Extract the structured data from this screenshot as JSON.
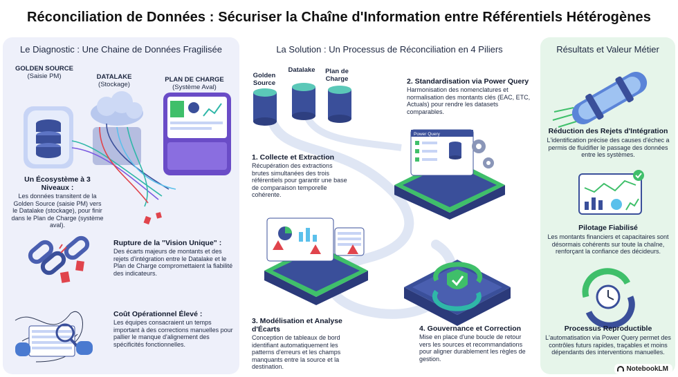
{
  "title": "Réconciliation de Données : Sécuriser la Chaîne d'Information entre Référentiels Hétérogènes",
  "left": {
    "title": "Le Diagnostic : Une Chaine de Données Fragilisée",
    "sources": [
      {
        "name": "GOLDEN SOURCE",
        "sub": "(Saisie PM)"
      },
      {
        "name": "DATALAKE",
        "sub": "(Stockage)"
      },
      {
        "name": "PLAN DE CHARGE",
        "sub": "(Système Aval)"
      }
    ],
    "ecosystem": {
      "heading": "Un Écosystème à 3 Niveaux :",
      "body": "Les données transitent de la Golden Source (saisie PM) vers le Datalake (stockage), pour finir dans le Plan de Charge (système aval)."
    },
    "rupture": {
      "heading": "Rupture de la \"Vision Unique\" :",
      "body": "Des écarts majeurs de montants et des rejets d'intégration entre le Datalake et le Plan de Charge compromettaient la fiabilité des indicateurs."
    },
    "cost": {
      "heading": "Coût Opérationnel Élevé :",
      "body": "Les équipes consacraient un temps important à des corrections manuelles pour pallier le manque d'alignement des spécificités fonctionnelles."
    }
  },
  "middle": {
    "title": "La Solution : Un Processus de Réconciliation en 4 Piliers",
    "sources": [
      "Golden Source",
      "Datalake",
      "Plan de Charge"
    ],
    "pq_label": "Power Query",
    "steps": [
      {
        "heading": "1. Collecte et Extraction",
        "body": "Récupération des extractions brutes simultanées des trois référentiels pour garantir une base de comparaison temporelle cohérente."
      },
      {
        "heading": "2. Standardisation via Power Query",
        "body": "Harmonisation des nomenclatures et normalisation des montants clés (EAC, ETC, Actuals) pour rendre les datasets comparables."
      },
      {
        "heading": "3. Modélisation et Analyse d'Écarts",
        "body": "Conception de tableaux de bord identifiant automatiquement les patterns d'erreurs et les champs manquants entre la source et la destination."
      },
      {
        "heading": "4. Gouvernance et Correction",
        "body": "Mise en place d'une boucle de retour vers les sources et recommandations pour aligner durablement les règles de gestion."
      }
    ]
  },
  "right": {
    "title": "Résultats et Valeur Métier",
    "items": [
      {
        "heading": "Réduction des Rejets d'Intégration",
        "body": "L'identification précise des causes d'échec a permis de fluidifier le passage des données entre les systèmes."
      },
      {
        "heading": "Pilotage Fiabilisé",
        "body": "Les montants financiers et capacitaires sont désormais cohérents sur toute la chaîne, renforçant la confiance des décideurs."
      },
      {
        "heading": "Processus Reproductible",
        "body": "L'automatisation via Power Query permet des contrôles futurs rapides, traçables et moins dépendants des interventions manuelles."
      }
    ]
  },
  "brand": "NotebookLM",
  "colors": {
    "accent_green": "#3fbf6a",
    "accent_blue": "#3a4f9a",
    "accent_teal": "#2fb7a8",
    "alert_red": "#e0444c"
  }
}
